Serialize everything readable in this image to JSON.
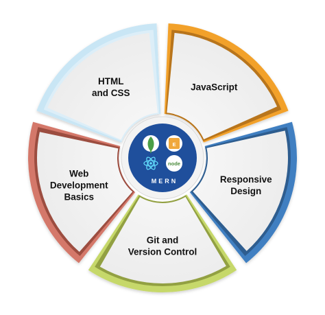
{
  "segments": [
    {
      "label_lines": [
        "HTML",
        "and CSS"
      ],
      "border_color": "#c9e6f5",
      "inner_color": "#dceef8"
    },
    {
      "label_lines": [
        "JavaScript"
      ],
      "border_color": "#f2a12c",
      "inner_color": "#b8751c"
    },
    {
      "label_lines": [
        "Responsive",
        "Design"
      ],
      "border_color": "#3f7fc1",
      "inner_color": "#2d5d8f"
    },
    {
      "label_lines": [
        "Git and",
        "Version Control"
      ],
      "border_color": "#c6d86a",
      "inner_color": "#92a043"
    },
    {
      "label_lines": [
        "Web",
        "Development",
        "Basics"
      ],
      "border_color": "#d4786a",
      "inner_color": "#9c4d40"
    }
  ],
  "center": {
    "label": "MERN",
    "background_color": "#1f4f9c",
    "icons": [
      {
        "name": "mongodb-icon",
        "color": "#4a9e46",
        "text": ""
      },
      {
        "name": "express-icon",
        "color": "#f0a83c",
        "text": "E"
      },
      {
        "name": "react-icon",
        "color": "#61dafb",
        "text": ""
      },
      {
        "name": "node-icon",
        "color": "#4c8c3d",
        "text": "node"
      }
    ]
  }
}
